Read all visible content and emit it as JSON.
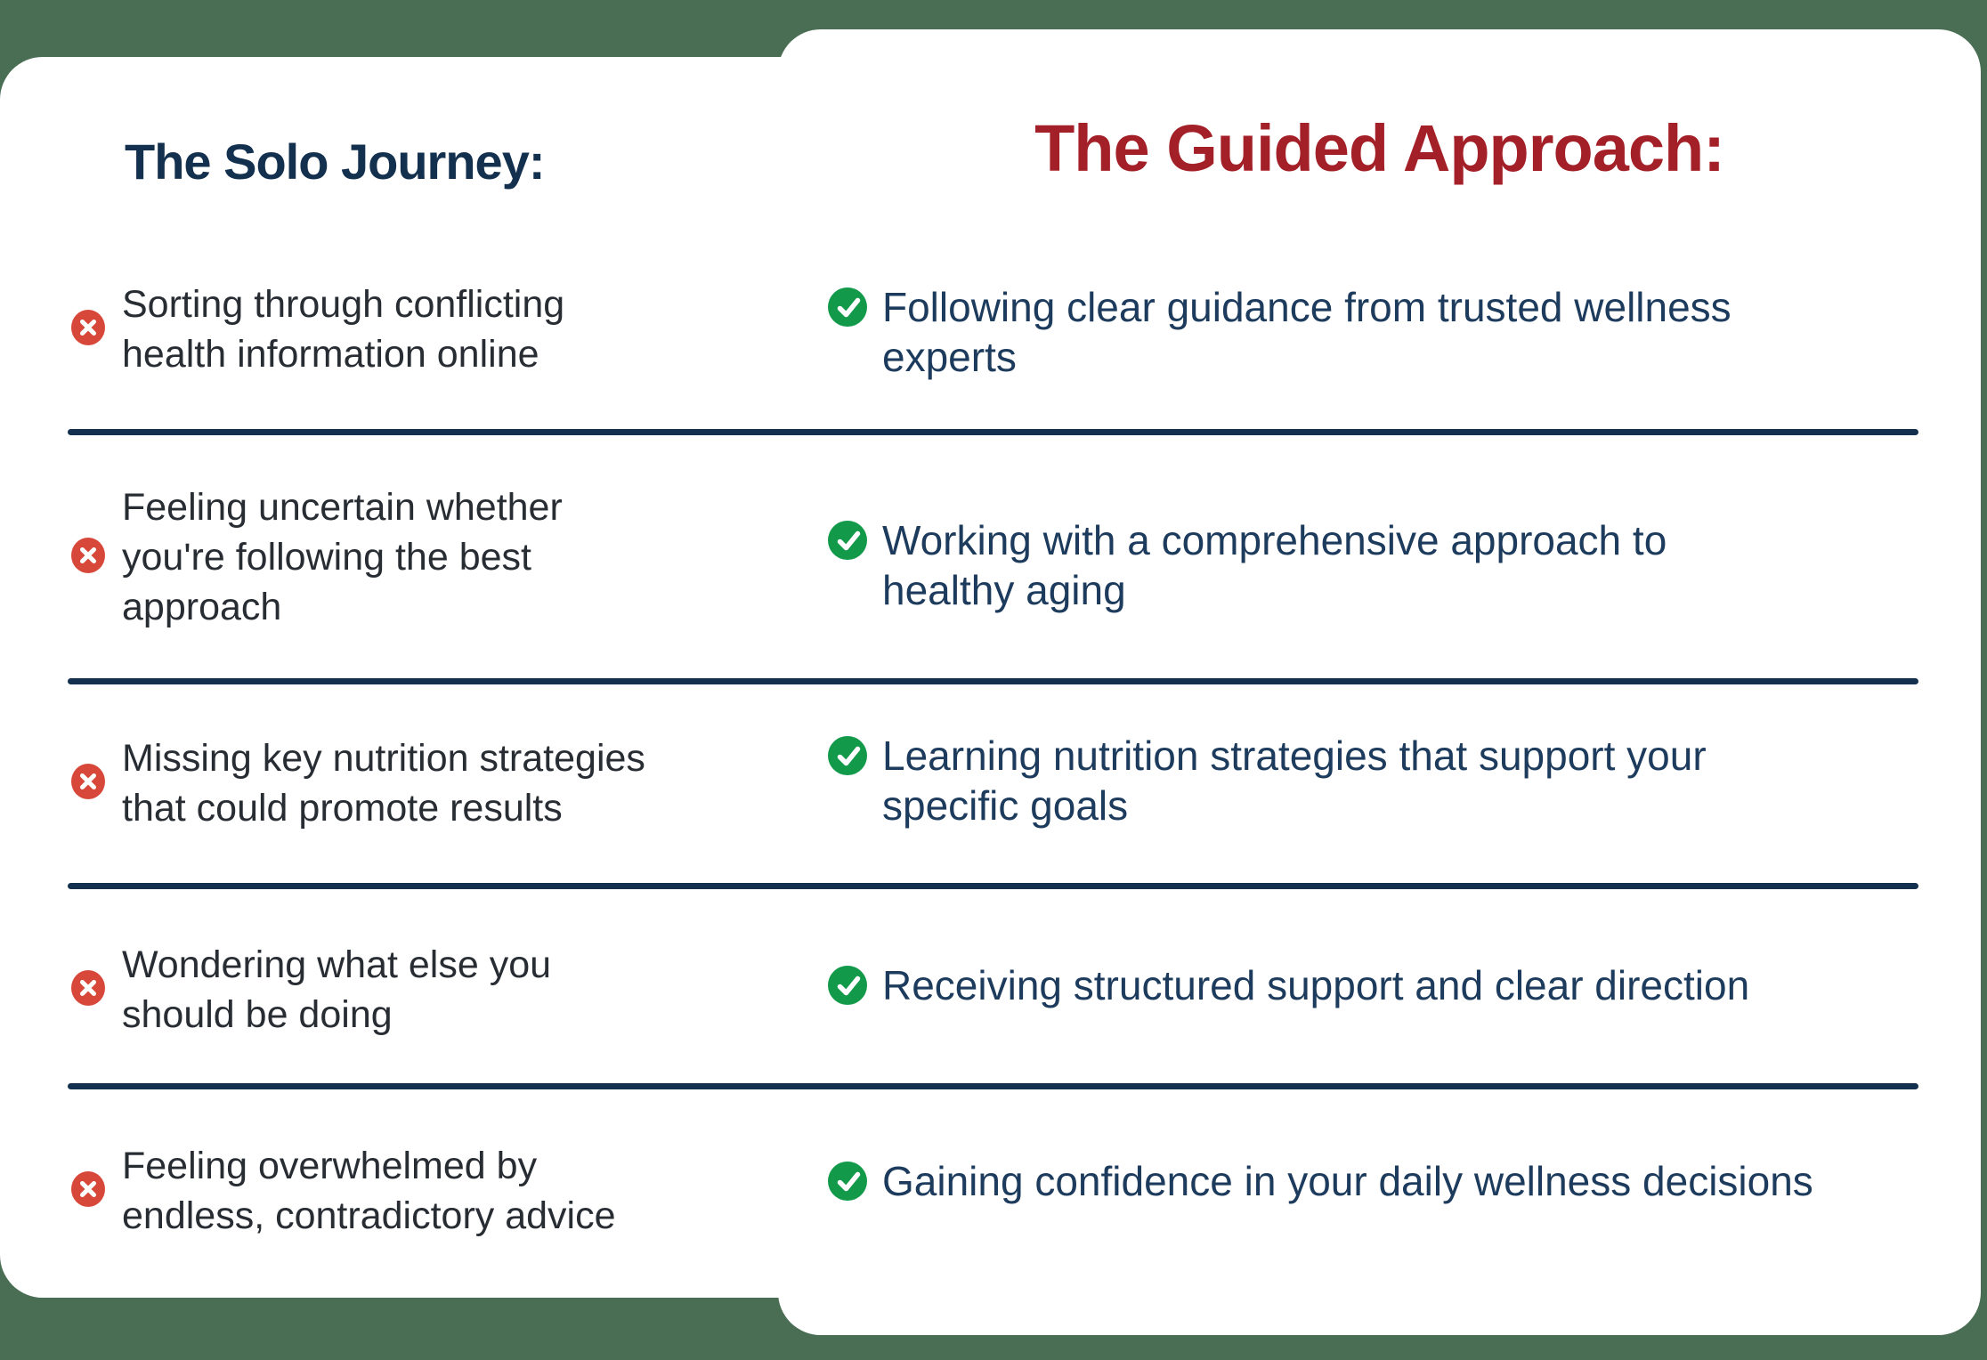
{
  "canvas": {
    "background_color": "#4a6e54",
    "card_color": "#ffffff",
    "divider_color": "#13304e"
  },
  "left_column": {
    "title": "The Solo Journey:",
    "title_color": "#13304e",
    "text_color": "#282d34",
    "bullet_icon": "x-circle",
    "bullet_color": "#d7483a",
    "items": [
      {
        "text": "Sorting through conflicting\nhealth information online"
      },
      {
        "text": "Feeling uncertain whether\nyou're following the best\napproach"
      },
      {
        "text": "Missing key nutrition strategies\nthat could promote results"
      },
      {
        "text": "Wondering what else you\nshould be doing"
      },
      {
        "text": "Feeling overwhelmed by\nendless, contradictory advice"
      }
    ]
  },
  "right_column": {
    "title": "The Guided Approach:",
    "title_color": "#a42028",
    "text_color": "#1d3b5c",
    "bullet_icon": "check-circle",
    "bullet_color": "#12994a",
    "items": [
      {
        "text": "Following clear guidance from trusted wellness\nexperts"
      },
      {
        "text": "Working with a comprehensive approach to\nhealthy aging"
      },
      {
        "text": "Learning nutrition strategies that support your\nspecific goals"
      },
      {
        "text": "Receiving structured support and clear direction"
      },
      {
        "text": "Gaining confidence in your daily wellness decisions"
      }
    ]
  }
}
